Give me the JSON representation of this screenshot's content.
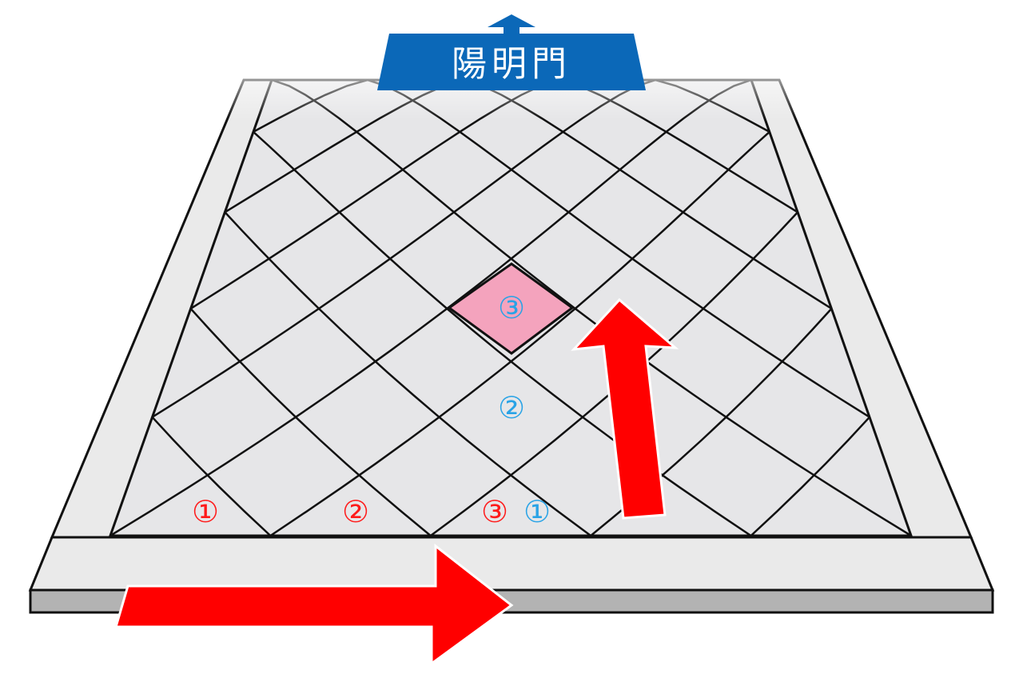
{
  "gate": {
    "label": "陽明門",
    "color": "#0b68b8"
  },
  "colors": {
    "tile": "#e6e6e8",
    "path_surface": "#eaeaea",
    "path_side": "#b3b3b3",
    "grid_line": "#111111",
    "highlight_tile": "#f4a3bd",
    "arrow": "#ff0000",
    "red_label": "#ff1a1a",
    "blue_label": "#29a3e6"
  },
  "labels_red": [
    "①",
    "②",
    "③"
  ],
  "labels_blue": [
    "①",
    "②"
  ],
  "highlight_label": "③"
}
